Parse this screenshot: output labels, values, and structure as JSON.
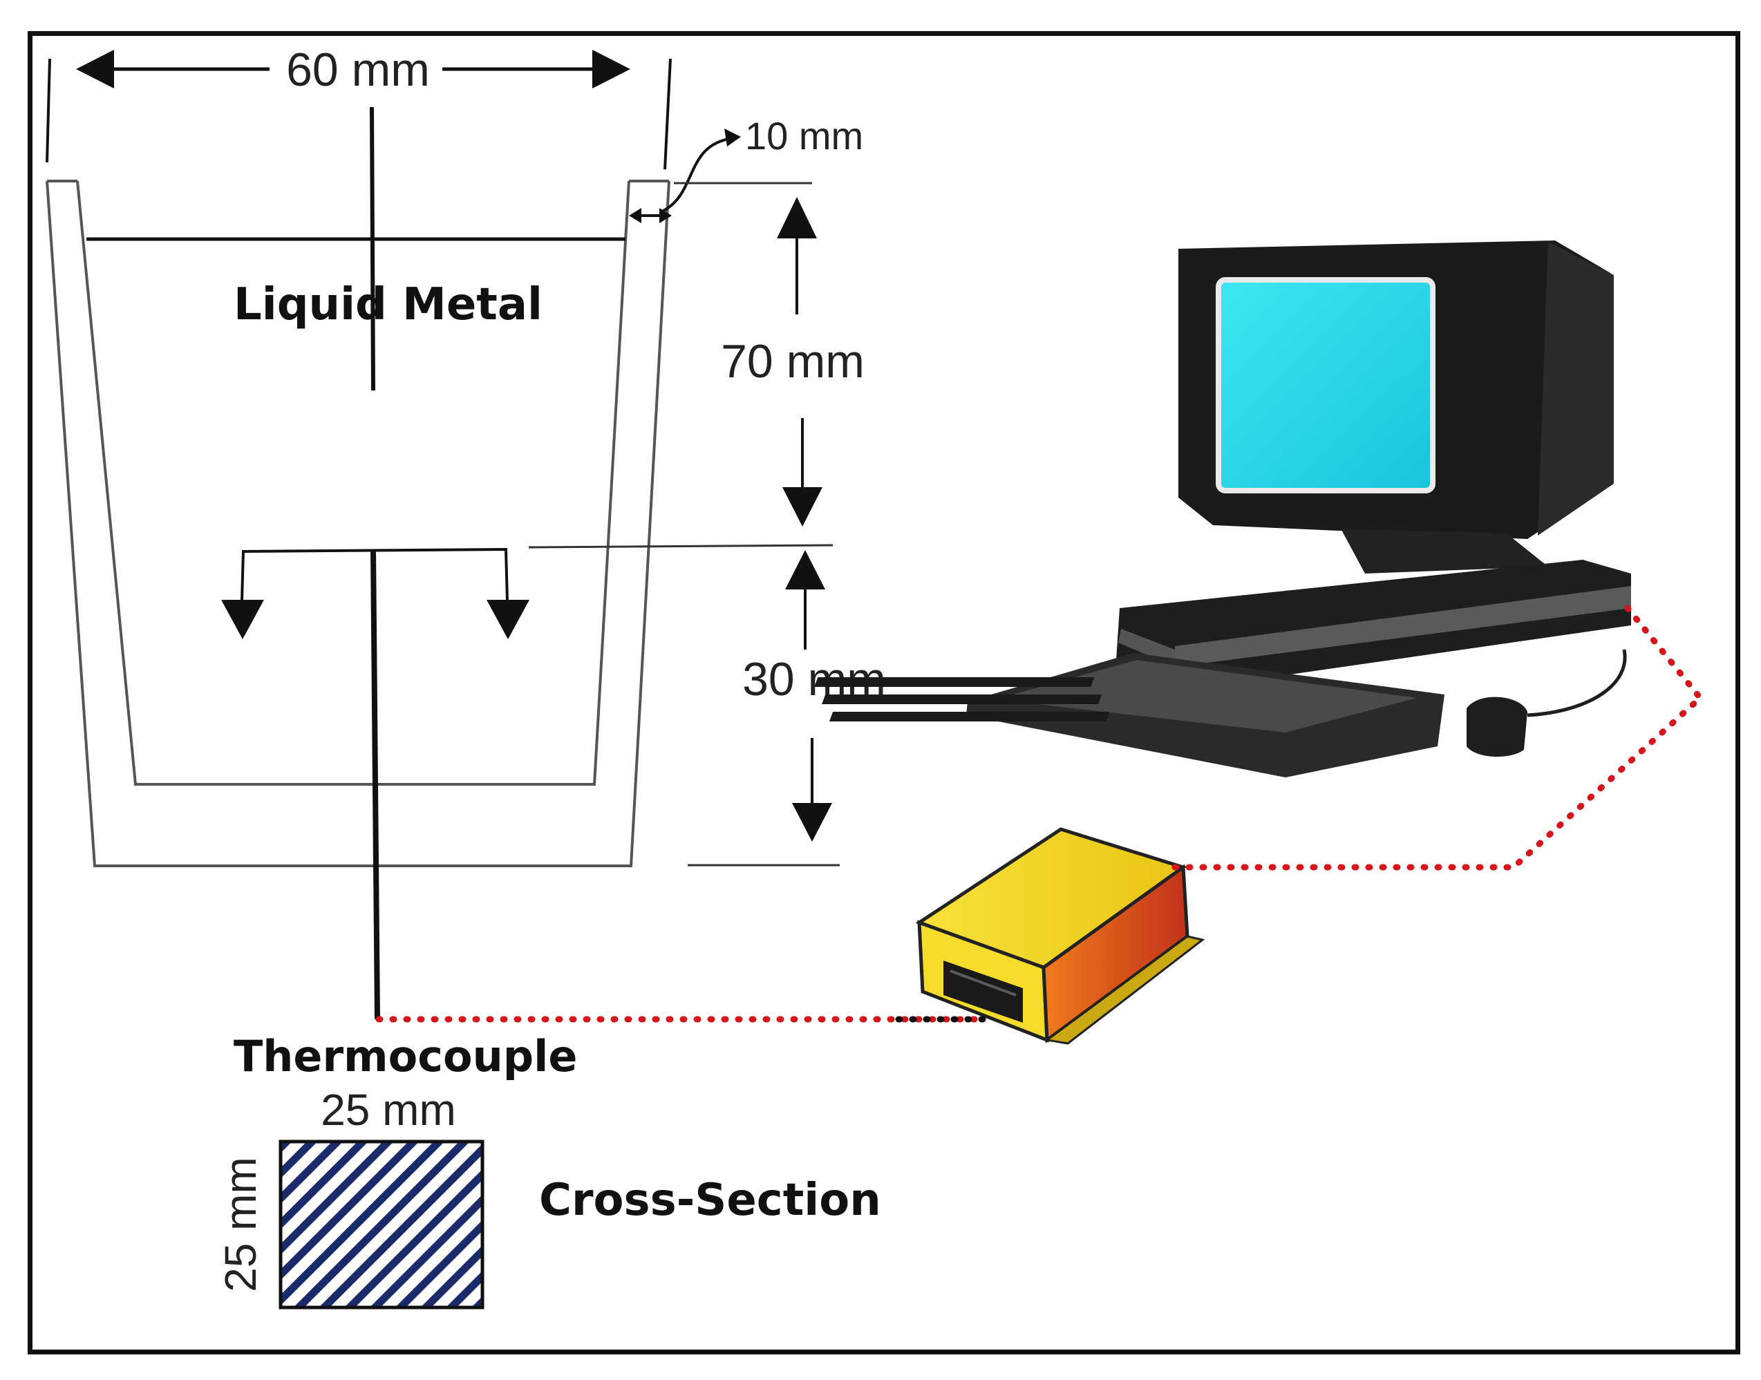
{
  "labels": {
    "width_top": "60 mm",
    "wall_thickness": "10 mm",
    "depth_upper": "70 mm",
    "depth_lower": "30 mm",
    "liquid_metal": "Liquid Metal",
    "thermocouple": "Thermocouple",
    "cross_section": "Cross-Section",
    "cs_width": "25 mm",
    "cs_height": "25 mm"
  },
  "colors": {
    "line": "#111111",
    "crucible": "#555555",
    "signal_wire": "#d4151b",
    "screen": "#2ad8e8",
    "logger_body": "#f2d21a",
    "logger_side": "#e0501a",
    "hatch": "#1a2a6b"
  }
}
